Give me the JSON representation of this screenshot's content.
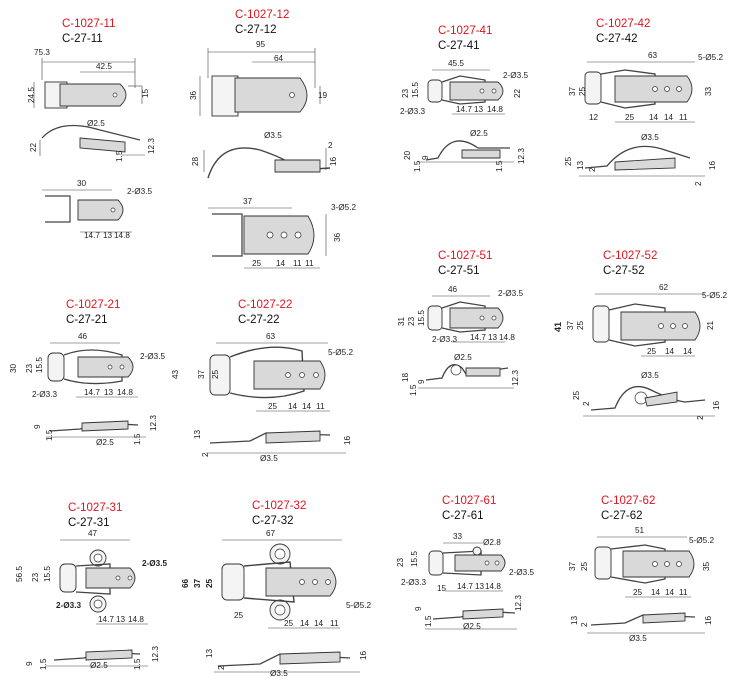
{
  "products": [
    {
      "code": "C-1027-11",
      "sub": "C-27-11",
      "dims": {
        "w1": "75.3",
        "w2": "42.5",
        "h1": "24.5",
        "h2": "15",
        "r1": "Ø2.5",
        "s1": "22",
        "s2": "1.5",
        "s3": "12.3",
        "w3": "30",
        "holes": "2-Ø3.5",
        "p1": "14.7",
        "p2": "13",
        "p3": "14.8"
      }
    },
    {
      "code": "C-1027-12",
      "sub": "C-27-12",
      "dims": {
        "w1": "95",
        "w2": "64",
        "h1": "36",
        "h2": "19",
        "r1": "Ø3.5",
        "s1": "28",
        "s2": "2",
        "s3": "16",
        "w3": "37",
        "holes": "3-Ø5.2",
        "h3": "36",
        "p1": "25",
        "p2": "14",
        "p3": "11"
      }
    },
    {
      "code": "C-1027-41",
      "sub": "C-27-41",
      "dims": {
        "w1": "45.5",
        "holes": "2-Ø3.5",
        "h1": "23",
        "h2": "15.5",
        "h3": "22",
        "holes2": "2-Ø3.3",
        "p1": "14.7",
        "p2": "13",
        "p3": "14.8",
        "r1": "Ø2.5",
        "s1": "20",
        "s2": "9",
        "s3": "1.5",
        "s4": "1.5",
        "s5": "12.3"
      }
    },
    {
      "code": "C-1027-42",
      "sub": "C-27-42",
      "dims": {
        "w1": "63",
        "holes": "5-Ø5.2",
        "h1": "37",
        "h2": "25",
        "h3": "33",
        "e1": "12",
        "p1": "25",
        "p2": "14",
        "p3": "14",
        "p4": "11",
        "r1": "Ø3.5",
        "s1": "25",
        "s2": "13",
        "s3": "2",
        "s4": "16",
        "s5": "2"
      }
    },
    {
      "code": "C-1027-51",
      "sub": "C-27-51",
      "dims": {
        "w1": "46",
        "holes": "2-Ø3.5",
        "h1": "31",
        "h2": "23",
        "h3": "15.5",
        "holes2": "2-Ø3.3",
        "p1": "14.7",
        "p2": "13",
        "p3": "14.8",
        "r1": "Ø2.5",
        "s1": "18",
        "s2": "9",
        "s3": "1.5",
        "s4": "12.3"
      }
    },
    {
      "code": "C-1027-52",
      "sub": "C-27-52",
      "dims": {
        "w1": "62",
        "holes": "5-Ø5.2",
        "h1": "41",
        "h2": "37",
        "h3": "25",
        "h4": "21",
        "p1": "25",
        "p2": "14",
        "p3": "14",
        "r1": "Ø3.5",
        "s1": "25",
        "s2": "2",
        "s3": "16",
        "s4": "2"
      }
    },
    {
      "code": "C-1027-21",
      "sub": "C-27-21",
      "dims": {
        "w1": "46",
        "holes": "2-Ø3.5",
        "h1": "30",
        "h2": "23",
        "h3": "15.5",
        "holes2": "2-Ø3.3",
        "p1": "14.7",
        "p2": "13",
        "p3": "14.8",
        "s1": "9",
        "s2": "1.5",
        "r1": "Ø2.5",
        "s3": "12.3",
        "s4": "1.5"
      }
    },
    {
      "code": "C-1027-22",
      "sub": "C-27-22",
      "dims": {
        "w1": "63",
        "holes": "5-Ø5.2",
        "h1": "43",
        "h2": "37",
        "h3": "25",
        "p1": "25",
        "p2": "14",
        "p3": "14",
        "p4": "11",
        "s1": "13",
        "s2": "2",
        "r1": "Ø3.5",
        "s3": "16"
      }
    },
    {
      "code": "C-1027-31",
      "sub": "C-27-31",
      "dims": {
        "w1": "47",
        "holes": "2-Ø3.5",
        "h1": "56.5",
        "h2": "23",
        "h3": "15.5",
        "holes2": "2-Ø3.3",
        "p1": "14.7",
        "p2": "13",
        "p3": "14.8",
        "s1": "9",
        "s2": "1.5",
        "s3": "1.5",
        "r1": "Ø2.5",
        "s4": "12.3"
      }
    },
    {
      "code": "C-1027-32",
      "sub": "C-27-32",
      "dims": {
        "w1": "67",
        "h1": "66",
        "h2": "37",
        "h3": "25",
        "e1": "25",
        "p1": "25",
        "p2": "14",
        "p3": "14",
        "p4": "11",
        "holes": "5-Ø5.2",
        "s1": "13",
        "s2": "2",
        "r1": "Ø3.5",
        "s3": "16"
      }
    },
    {
      "code": "C-1027-61",
      "sub": "C-27-61",
      "dims": {
        "w1": "33",
        "r2": "Ø2.8",
        "holes": "2-Ø3.5",
        "h1": "23",
        "h2": "15.5",
        "holes2": "2-Ø3.3",
        "e1": "15",
        "p1": "14.7",
        "p2": "13",
        "p3": "14.8",
        "s1": "9",
        "s2": "1.5",
        "r1": "Ø2.5",
        "s3": "12.3"
      }
    },
    {
      "code": "C-1027-62",
      "sub": "C-27-62",
      "dims": {
        "w1": "51",
        "holes": "5-Ø5.2",
        "h1": "37",
        "h2": "25",
        "h3": "35",
        "p1": "25",
        "p2": "14",
        "p3": "14",
        "p4": "11",
        "s1": "13",
        "s2": "2",
        "r1": "Ø3.5",
        "s3": "16"
      }
    }
  ]
}
